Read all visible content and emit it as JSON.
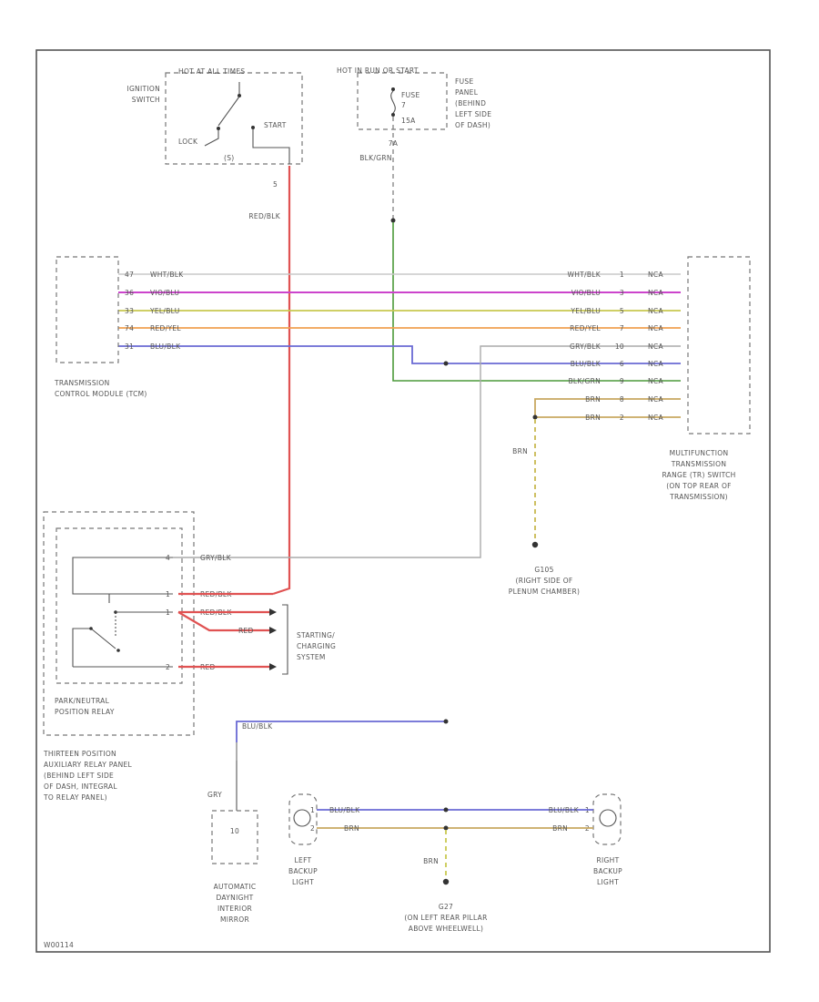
{
  "ignition": {
    "header": "HOT AT ALL TIMES",
    "title_lines": [
      "IGNITION",
      "SWITCH"
    ],
    "lock": "LOCK",
    "start": "START",
    "pin": "(S)",
    "pin_num": "5"
  },
  "fuse": {
    "header": "HOT IN RUN OR START",
    "fuse_lines": [
      "FUSE",
      "7",
      "15A"
    ],
    "desc_lines": [
      "FUSE",
      "PANEL",
      "(BEHIND",
      "LEFT SIDE",
      "OF DASH)"
    ],
    "wire_lines": [
      "7A",
      "BLK/GRN"
    ]
  },
  "wires": {
    "red_blk": "RED/BLK",
    "red_blk_pin": "5",
    "brn": "BRN",
    "gry": "GRY",
    "blu_blk": "BLU/BLK",
    "red": "RED"
  },
  "tcm": {
    "title_lines": [
      "TRANSMISSION",
      "CONTROL MODULE (TCM)"
    ],
    "rows": [
      {
        "pin": "47",
        "label": "WHT/BLK"
      },
      {
        "pin": "36",
        "label": "VIO/BLU"
      },
      {
        "pin": "33",
        "label": "YEL/BLU"
      },
      {
        "pin": "74",
        "label": "RED/YEL"
      },
      {
        "pin": "31",
        "label": "BLU/BLK"
      }
    ]
  },
  "mtrs": {
    "title_lines": [
      "MULTIFUNCTION",
      "TRANSMISSION",
      "RANGE (TR) SWITCH",
      "(ON TOP REAR OF",
      "TRANSMISSION)"
    ],
    "conn": "NCA",
    "rows": [
      {
        "label": "WHT/BLK",
        "pin": "1"
      },
      {
        "label": "VIO/BLU",
        "pin": "3"
      },
      {
        "label": "YEL/BLU",
        "pin": "5"
      },
      {
        "label": "RED/YEL",
        "pin": "7"
      },
      {
        "label": "GRY/BLK",
        "pin": "10"
      },
      {
        "label": "BLU/BLK",
        "pin": "6"
      },
      {
        "label": "BLK/GRN",
        "pin": "9"
      },
      {
        "label": "BRN",
        "pin": "8"
      },
      {
        "label": "BRN",
        "pin": "2"
      }
    ]
  },
  "g105": {
    "name": "G105",
    "desc_lines": [
      "(RIGHT SIDE OF",
      "PLENUM CHAMBER)"
    ]
  },
  "relay": {
    "rows": [
      {
        "pin": "4",
        "label": "GRY/BLK"
      },
      {
        "pin": "1",
        "label": "RED/BLK"
      },
      {
        "pin": "1",
        "label": "RED/BLK"
      },
      {
        "pin": "2",
        "label": "RED"
      }
    ],
    "title_lines": [
      "PARK/NEUTRAL",
      "POSITION RELAY"
    ],
    "panel_lines": [
      "THIRTEEN POSITION",
      "AUXILIARY RELAY PANEL",
      "(BEHIND LEFT SIDE",
      "OF DASH, INTEGRAL",
      "TO RELAY PANEL)"
    ]
  },
  "charging": {
    "lines": [
      "STARTING/",
      "CHARGING",
      "SYSTEM"
    ]
  },
  "mirror": {
    "pin": "10",
    "wire": "GRY",
    "title_lines": [
      "AUTOMATIC",
      "DAYNIGHT",
      "INTERIOR",
      "MIRROR"
    ]
  },
  "left_light": {
    "pin_top": "1",
    "pin_bot": "2",
    "title_lines": [
      "LEFT",
      "BACKUP",
      "LIGHT"
    ]
  },
  "right_light": {
    "pin_top": "1",
    "pin_bot": "2",
    "title_lines": [
      "RIGHT",
      "BACKUP",
      "LIGHT"
    ]
  },
  "g27": {
    "name": "G27",
    "desc_lines": [
      "(ON LEFT REAR PILLAR",
      "ABOVE WHEELWELL)"
    ]
  },
  "footer": {
    "id": "W00114"
  },
  "colors": {
    "red": "#e05252",
    "green": "#4c9a3a",
    "white_wire": "#c8c8c8",
    "violet": "#cc44cc",
    "yellow": "#c8c850",
    "orange": "#f0a050",
    "blue": "#6a6ad4",
    "gray": "#999999",
    "brown": "#c8a860"
  }
}
